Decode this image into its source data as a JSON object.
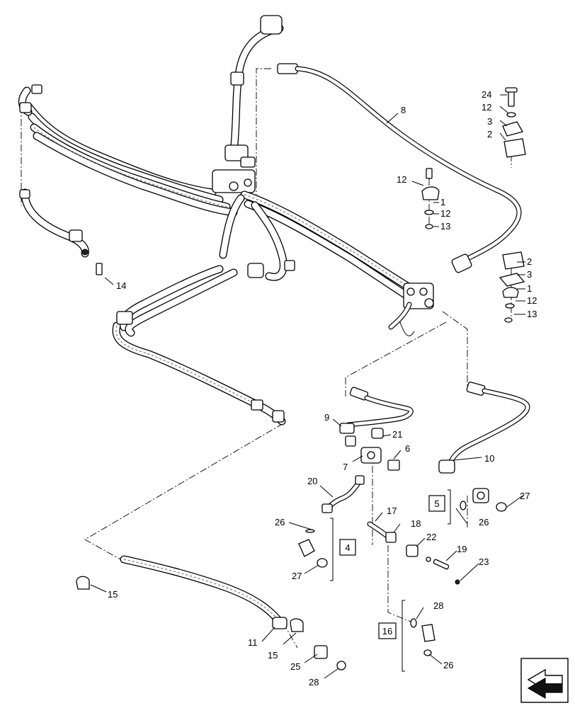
{
  "callouts": [
    {
      "id": "c24a",
      "label": "24"
    },
    {
      "id": "c12a",
      "label": "12"
    },
    {
      "id": "c3a",
      "label": "3"
    },
    {
      "id": "c2a",
      "label": "2"
    },
    {
      "id": "c8",
      "label": "8"
    },
    {
      "id": "c12b",
      "label": "12"
    },
    {
      "id": "c1a",
      "label": "1"
    },
    {
      "id": "c12c",
      "label": "12"
    },
    {
      "id": "c13a",
      "label": "13"
    },
    {
      "id": "c2b",
      "label": "2"
    },
    {
      "id": "c3b",
      "label": "3"
    },
    {
      "id": "c1b",
      "label": "1"
    },
    {
      "id": "c12d",
      "label": "12"
    },
    {
      "id": "c13b",
      "label": "13"
    },
    {
      "id": "c14",
      "label": "14"
    },
    {
      "id": "c9",
      "label": "9"
    },
    {
      "id": "c21",
      "label": "21"
    },
    {
      "id": "c6",
      "label": "6"
    },
    {
      "id": "c7",
      "label": "7"
    },
    {
      "id": "c10",
      "label": "10"
    },
    {
      "id": "c20",
      "label": "20"
    },
    {
      "id": "c27a",
      "label": "27"
    },
    {
      "id": "c26a",
      "label": "26"
    },
    {
      "id": "c17",
      "label": "17"
    },
    {
      "id": "c18",
      "label": "18"
    },
    {
      "id": "c26b",
      "label": "26"
    },
    {
      "id": "c22",
      "label": "22"
    },
    {
      "id": "c19",
      "label": "19"
    },
    {
      "id": "c27b",
      "label": "27"
    },
    {
      "id": "c23",
      "label": "23"
    },
    {
      "id": "c15a",
      "label": "15"
    },
    {
      "id": "c28a",
      "label": "28"
    },
    {
      "id": "c11",
      "label": "11"
    },
    {
      "id": "c15b",
      "label": "15"
    },
    {
      "id": "c25",
      "label": "25"
    },
    {
      "id": "c28b",
      "label": "28"
    },
    {
      "id": "c26c",
      "label": "26"
    }
  ],
  "kits": [
    {
      "id": "k5",
      "label": "5"
    },
    {
      "id": "k4",
      "label": "4"
    },
    {
      "id": "k16",
      "label": "16"
    }
  ],
  "nav_icon": "back-arrow-icon",
  "colors": {
    "line": "#000000",
    "background": "#ffffff"
  }
}
